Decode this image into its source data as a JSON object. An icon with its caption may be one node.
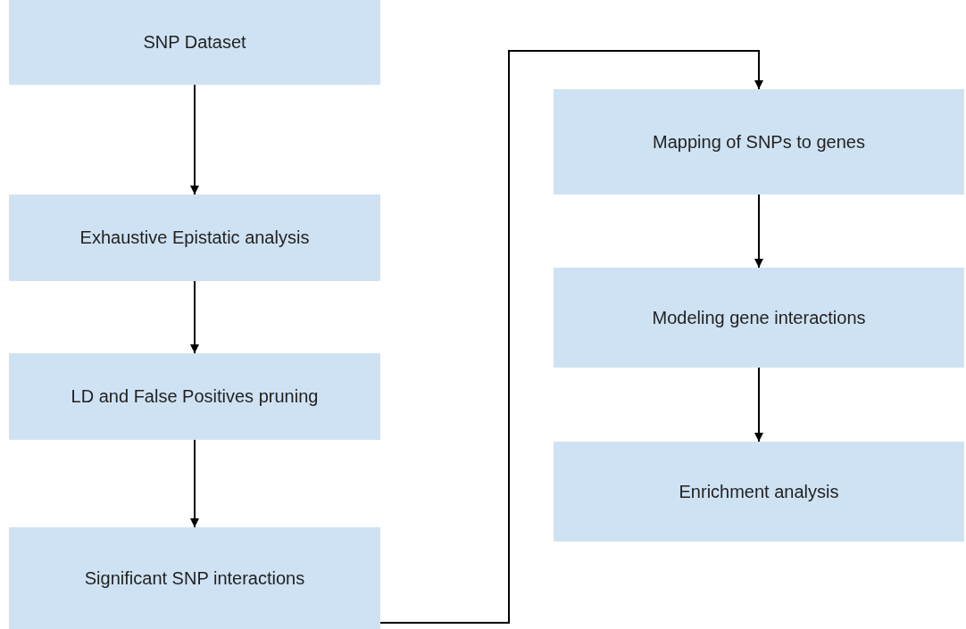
{
  "diagram": {
    "nodes": [
      {
        "text": [
          "SNP Dataset"
        ]
      },
      {
        "text": [
          "Exhaustive Epistatic analysis"
        ]
      },
      {
        "text": [
          "LD and False Positives pruning"
        ]
      },
      {
        "text": [
          "Significant SNP interactions"
        ]
      },
      {
        "text": [
          "Mapping of SNPs to genes"
        ]
      },
      {
        "text": [
          "Modeling gene interactions"
        ]
      },
      {
        "text": [
          "Enrichment analysis"
        ]
      }
    ],
    "edges": [
      {
        "from": 0,
        "to": 1,
        "arrow": "to"
      },
      {
        "from": 1,
        "to": 2,
        "arrow": "to"
      },
      {
        "from": 2,
        "to": 3,
        "arrow": "to"
      },
      {
        "from": 3,
        "to": 4,
        "arrow": "to"
      },
      {
        "from": 4,
        "to": 5,
        "arrow": "to"
      },
      {
        "from": 5,
        "to": 6,
        "arrow": "to"
      }
    ]
  }
}
